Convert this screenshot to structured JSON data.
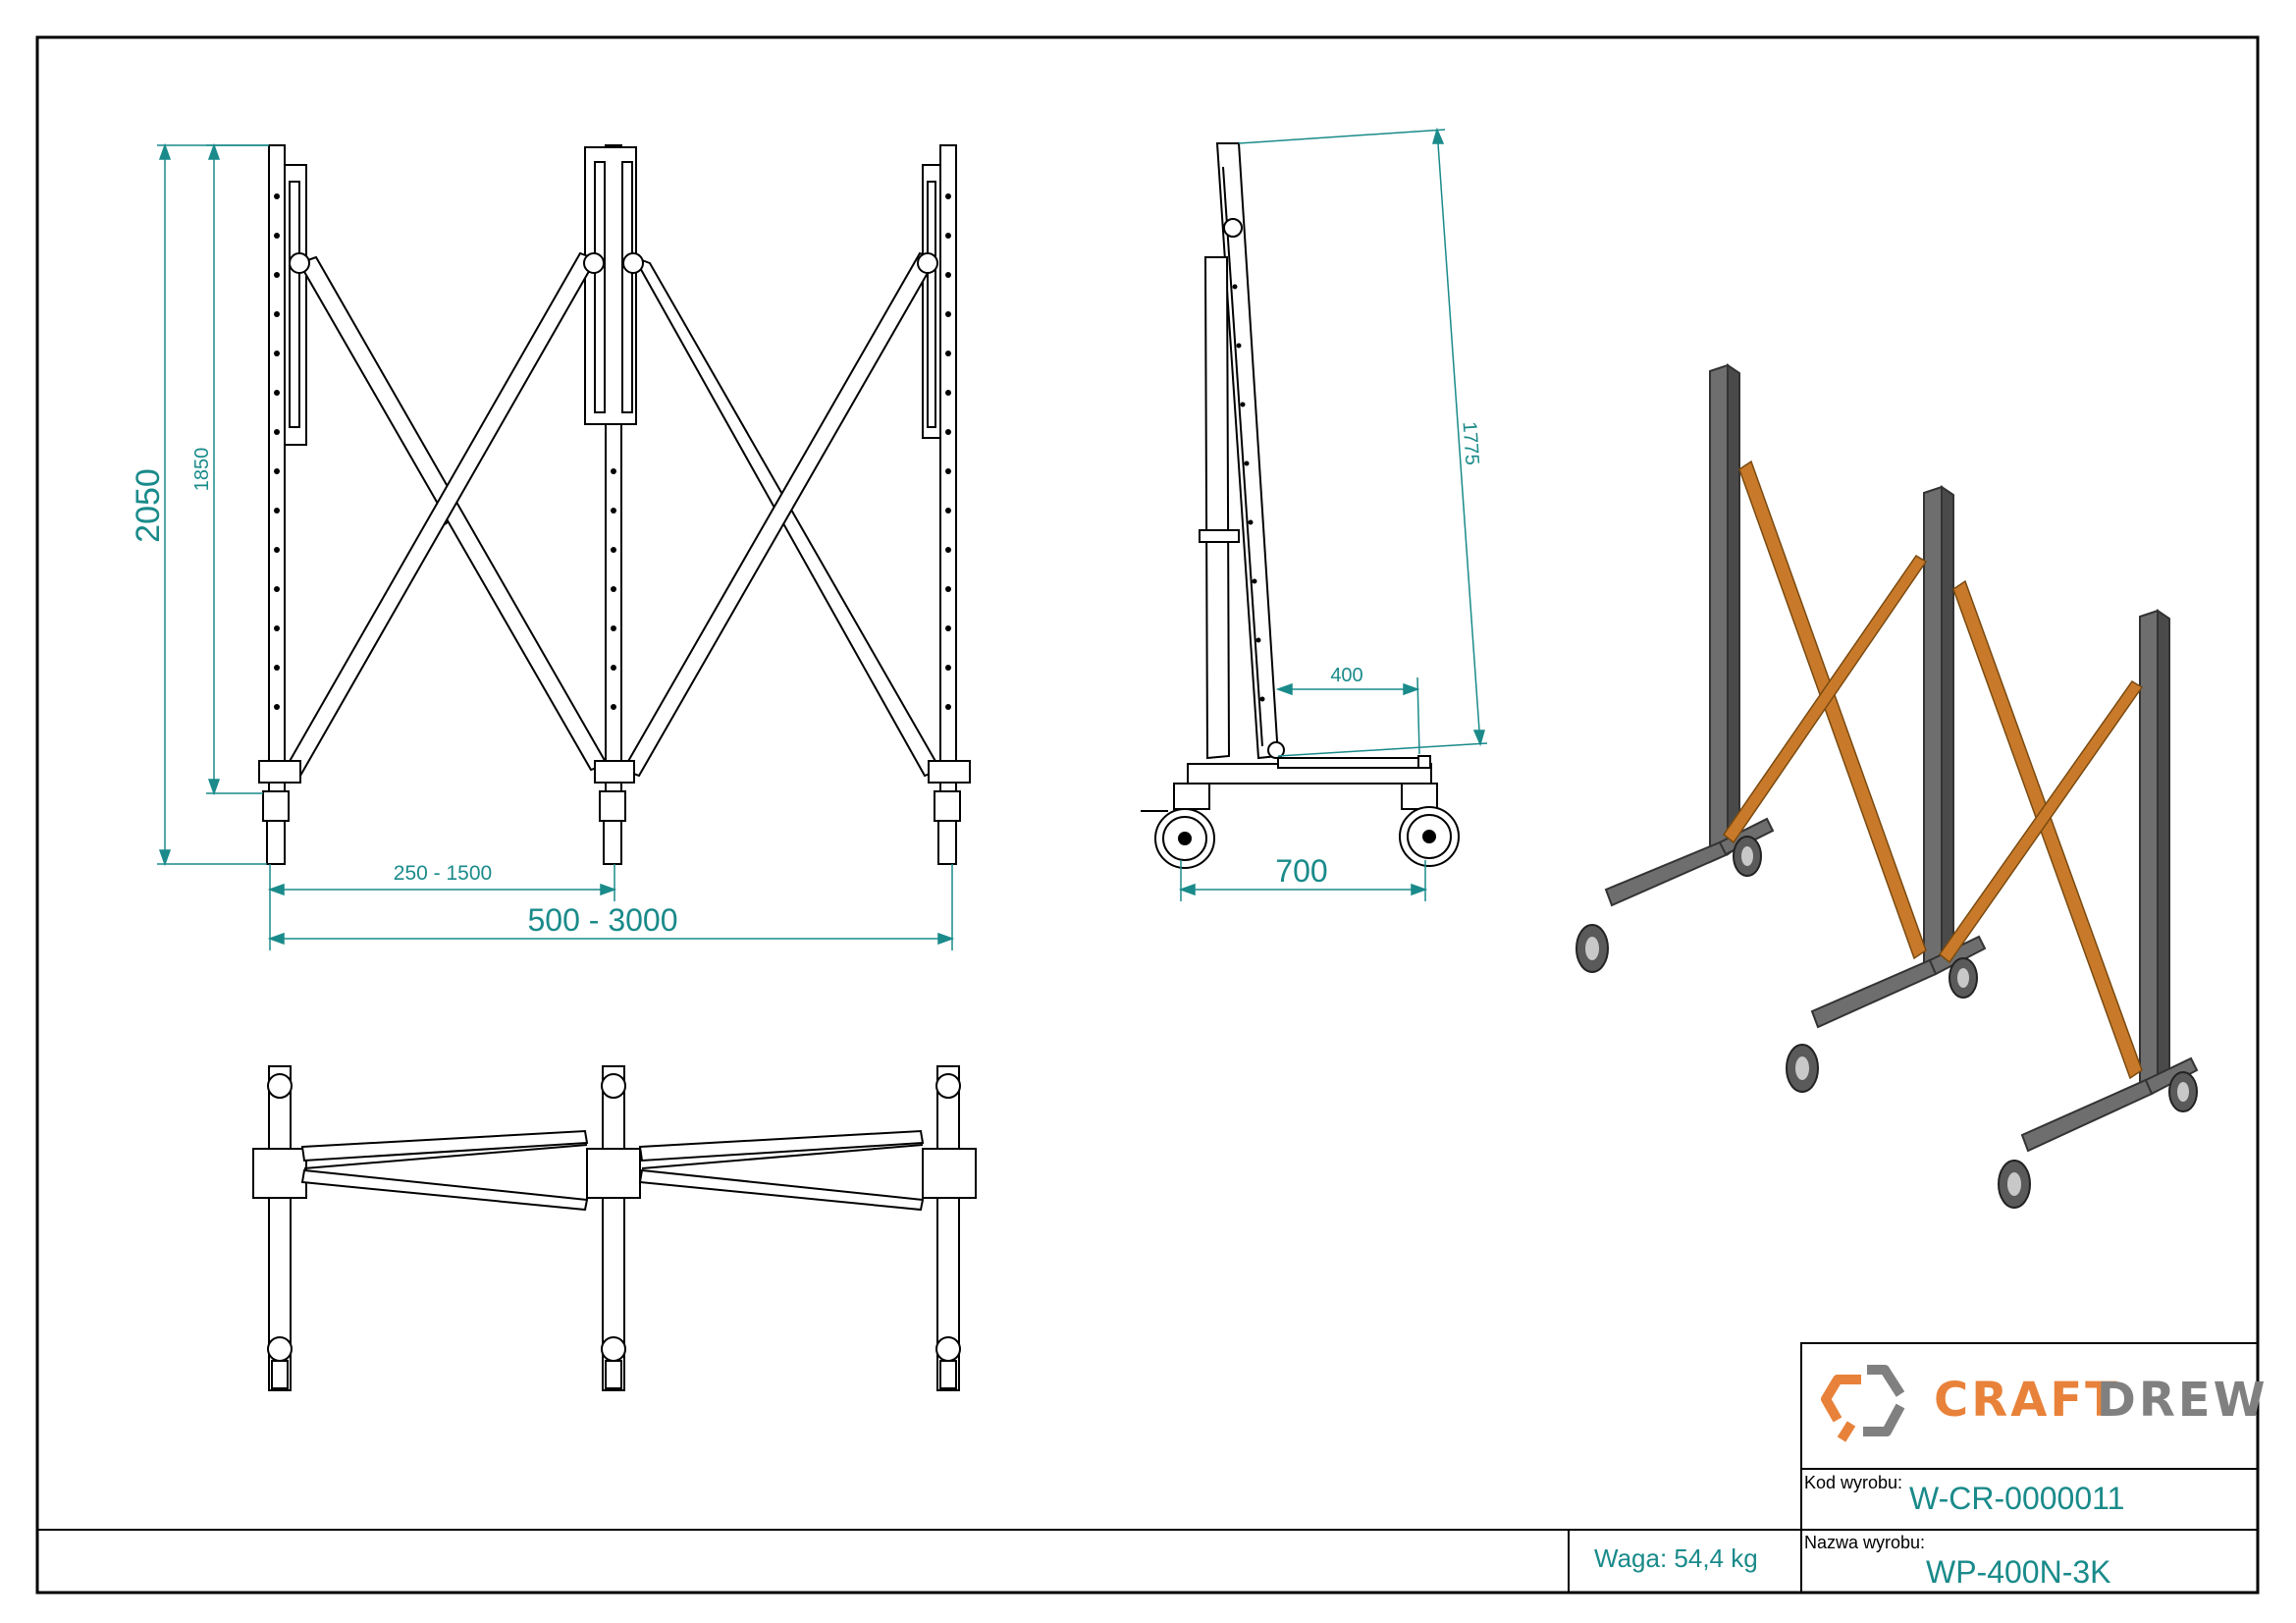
{
  "drawing": {
    "dimensions": {
      "total_height": "2050",
      "upright_height": "1850",
      "section_spacing": "250 - 1500",
      "total_width": "500 - 3000",
      "side_height": "1775",
      "side_depth_top": "400",
      "side_depth_base": "700"
    }
  },
  "title_block": {
    "brand_left": "CRAFT",
    "brand_right": "DREW",
    "code_label": "Kod wyrobu:",
    "code_value": "W-CR-0000011",
    "name_label": "Nazwa wyrobu:",
    "name_value": "WP-400N-3K",
    "weight": "Waga: 54,4 kg"
  },
  "colors": {
    "dimension": "#1a8a8a",
    "brand_orange": "#e8823a",
    "brand_grey": "#808080",
    "frame_grey": "#555555",
    "brace_orange": "#c87a2a"
  }
}
